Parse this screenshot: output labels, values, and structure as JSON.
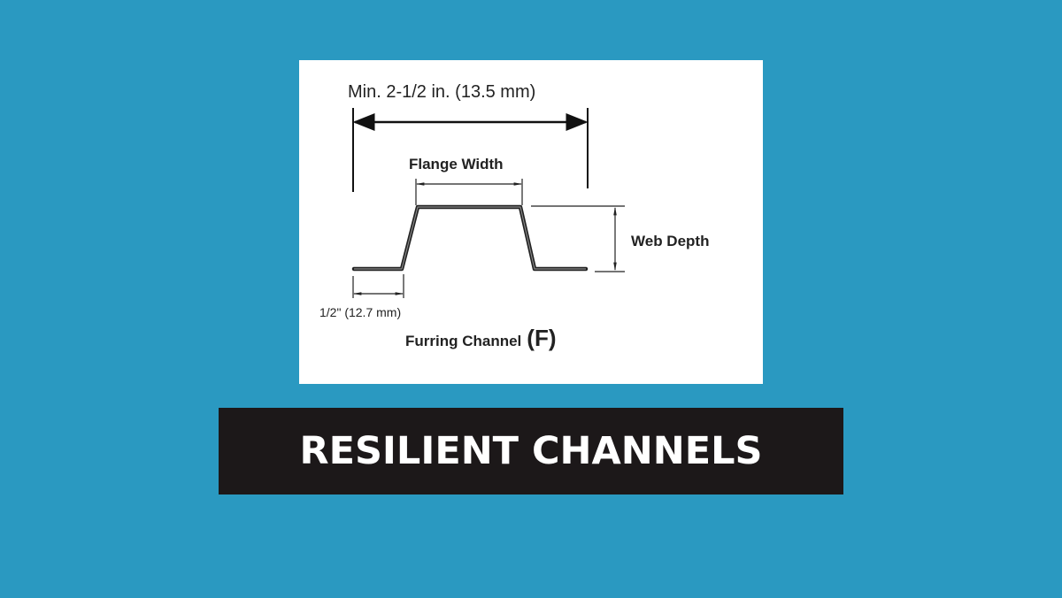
{
  "diagram": {
    "overall_width_label": "Min. 2-1/2 in. (13.5 mm)",
    "flange_width_label": "Flange Width",
    "web_depth_label": "Web Depth",
    "leg_width_label": "1/2\" (12.7 mm)",
    "caption": "Furring Channel",
    "caption_letter": "(F)"
  },
  "banner": {
    "title": "RESILIENT CHANNELS"
  },
  "colors": {
    "background": "#2a99c1",
    "banner": "#1c1819"
  }
}
